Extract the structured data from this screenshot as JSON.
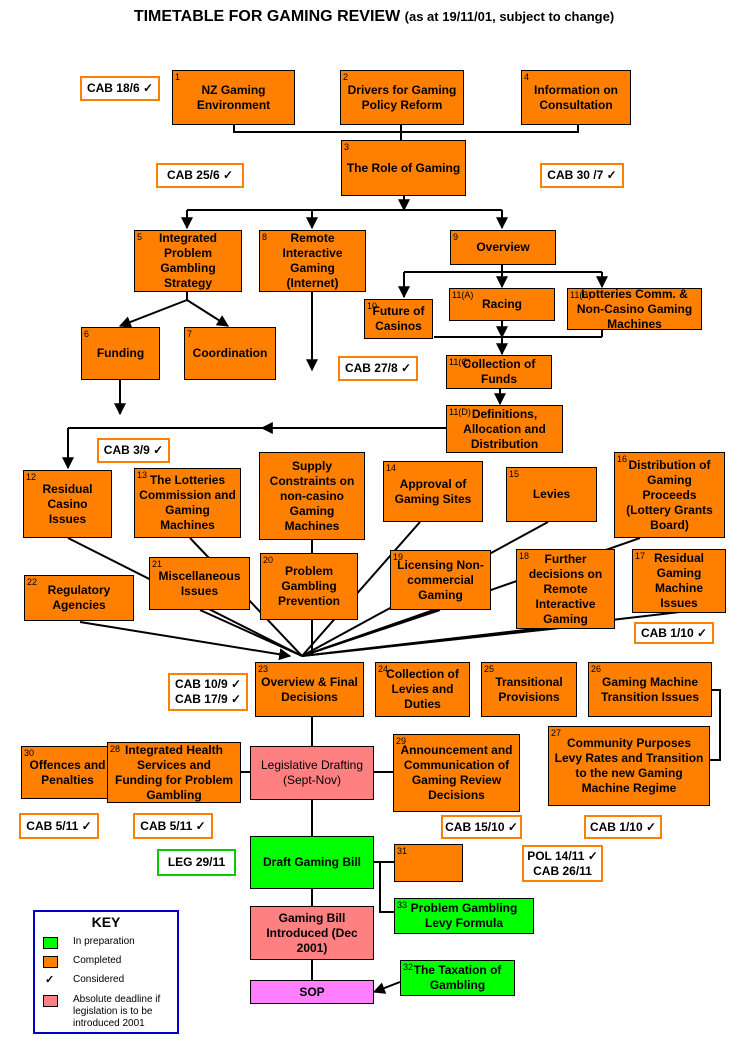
{
  "title": {
    "main": "TIMETABLE FOR GAMING REVIEW",
    "sub": "(as at 19/11/01, subject to change)"
  },
  "colors": {
    "completed": "#ff8000",
    "in_preparation": "#00ff00",
    "deadline": "#ff8080",
    "sop": "#ff80ff",
    "key_border": "#0000cc"
  },
  "boxes": {
    "b1": {
      "num": "1",
      "label": "NZ Gaming Environment"
    },
    "b2": {
      "num": "2",
      "label": "Drivers for Gaming Policy Reform"
    },
    "b4": {
      "num": "4",
      "label": "Information on Consultation"
    },
    "b3": {
      "num": "3",
      "label": "The Role of Gaming"
    },
    "b5": {
      "num": "5",
      "label": "Integrated Problem Gambling Strategy"
    },
    "b8": {
      "num": "8",
      "label": "Remote Interactive Gaming (Internet)"
    },
    "b9": {
      "num": "9",
      "label": "Overview"
    },
    "b10": {
      "num": "10",
      "label": "Future of Casinos"
    },
    "b11a": {
      "num": "11(A)",
      "label": "Racing"
    },
    "b11b": {
      "num": "11(B)",
      "label": "Lotteries Comm. & Non-Casino Gaming Machines"
    },
    "b6": {
      "num": "6",
      "label": "Funding"
    },
    "b7": {
      "num": "7",
      "label": "Coordination"
    },
    "b11c": {
      "num": "11(C)",
      "label": "Collection of Funds"
    },
    "b11d": {
      "num": "11(D)",
      "label": "Definitions, Allocation and Distribution"
    },
    "b12": {
      "num": "12",
      "label": "Residual Casino Issues"
    },
    "b13": {
      "num": "13",
      "label": "The Lotteries Commission and Gaming Machines"
    },
    "bsup": {
      "num": "",
      "label": "Supply Constraints on non-casino Gaming Machines"
    },
    "b14": {
      "num": "14",
      "label": "Approval of Gaming Sites"
    },
    "b15": {
      "num": "15",
      "label": "Levies"
    },
    "b16": {
      "num": "16",
      "label": "Distribution of Gaming Proceeds (Lottery Grants Board)"
    },
    "b22": {
      "num": "22",
      "label": "Regulatory Agencies"
    },
    "b21": {
      "num": "21",
      "label": "Miscellaneous Issues"
    },
    "b20": {
      "num": "20",
      "label": "Problem Gambling Prevention"
    },
    "b19": {
      "num": "19",
      "label": "Licensing Non-commercial Gaming"
    },
    "b18": {
      "num": "18",
      "label": "Further decisions on Remote Interactive Gaming"
    },
    "b17": {
      "num": "17",
      "label": "Residual Gaming Machine Issues"
    },
    "b23": {
      "num": "23",
      "label": "Overview & Final Decisions"
    },
    "b24": {
      "num": "24",
      "label": "Collection of Levies and Duties"
    },
    "b25": {
      "num": "25",
      "label": "Transitional Provisions"
    },
    "b26": {
      "num": "26",
      "label": "Gaming Machine Transition Issues"
    },
    "b30": {
      "num": "30",
      "label": "Offences and Penalties"
    },
    "b28": {
      "num": "28",
      "label": "Integrated Health Services and Funding for Problem Gambling"
    },
    "bleg": {
      "num": "",
      "label": "Legislative Drafting (Sept-Nov)"
    },
    "b29": {
      "num": "29",
      "label": "Announcement and Communication of Gaming Review Decisions"
    },
    "b27": {
      "num": "27",
      "label": "Community Purposes Levy Rates and Transition to the new Gaming Machine Regime"
    },
    "bdraft": {
      "num": "",
      "label": "Draft Gaming Bill"
    },
    "b31": {
      "num": "31",
      "label": ""
    },
    "bintro": {
      "num": "",
      "label": "Gaming Bill Introduced (Dec 2001)"
    },
    "b33": {
      "num": "33",
      "label": "Problem Gambling Levy Formula"
    },
    "b32": {
      "num": "32",
      "label": "The Taxation of Gambling"
    },
    "bsop": {
      "num": "",
      "label": "SOP"
    }
  },
  "cab": {
    "c186": {
      "text": "CAB 18/6 ✓"
    },
    "c256": {
      "text": "CAB 25/6 ✓"
    },
    "c307": {
      "text": "CAB 30 /7 ✓"
    },
    "c278": {
      "text": "CAB 27/8 ✓"
    },
    "c39": {
      "text": "CAB 3/9 ✓"
    },
    "c110a": {
      "text": "CAB 1/10 ✓"
    },
    "c109": {
      "line1": "CAB 10/9 ✓",
      "line2": "CAB 17/9 ✓"
    },
    "c511a": {
      "text": "CAB 5/11 ✓"
    },
    "c511b": {
      "text": "CAB 5/11 ✓"
    },
    "c1510": {
      "text": "CAB 15/10 ✓"
    },
    "c110b": {
      "text": "CAB 1/10 ✓"
    },
    "cleg": {
      "text": "LEG 29/11"
    },
    "cpol": {
      "line1": "POL 14/11 ✓",
      "line2": "CAB 26/11"
    }
  },
  "key": {
    "title": "KEY",
    "items": [
      {
        "label": "In preparation",
        "swatch": "#00ff00"
      },
      {
        "label": "Completed",
        "swatch": "#ff8000"
      },
      {
        "label": "Considered",
        "symbol": "✓"
      },
      {
        "label": "Absolute deadline if legislation is to be introduced 2001",
        "swatch": "#ff8080"
      }
    ]
  }
}
